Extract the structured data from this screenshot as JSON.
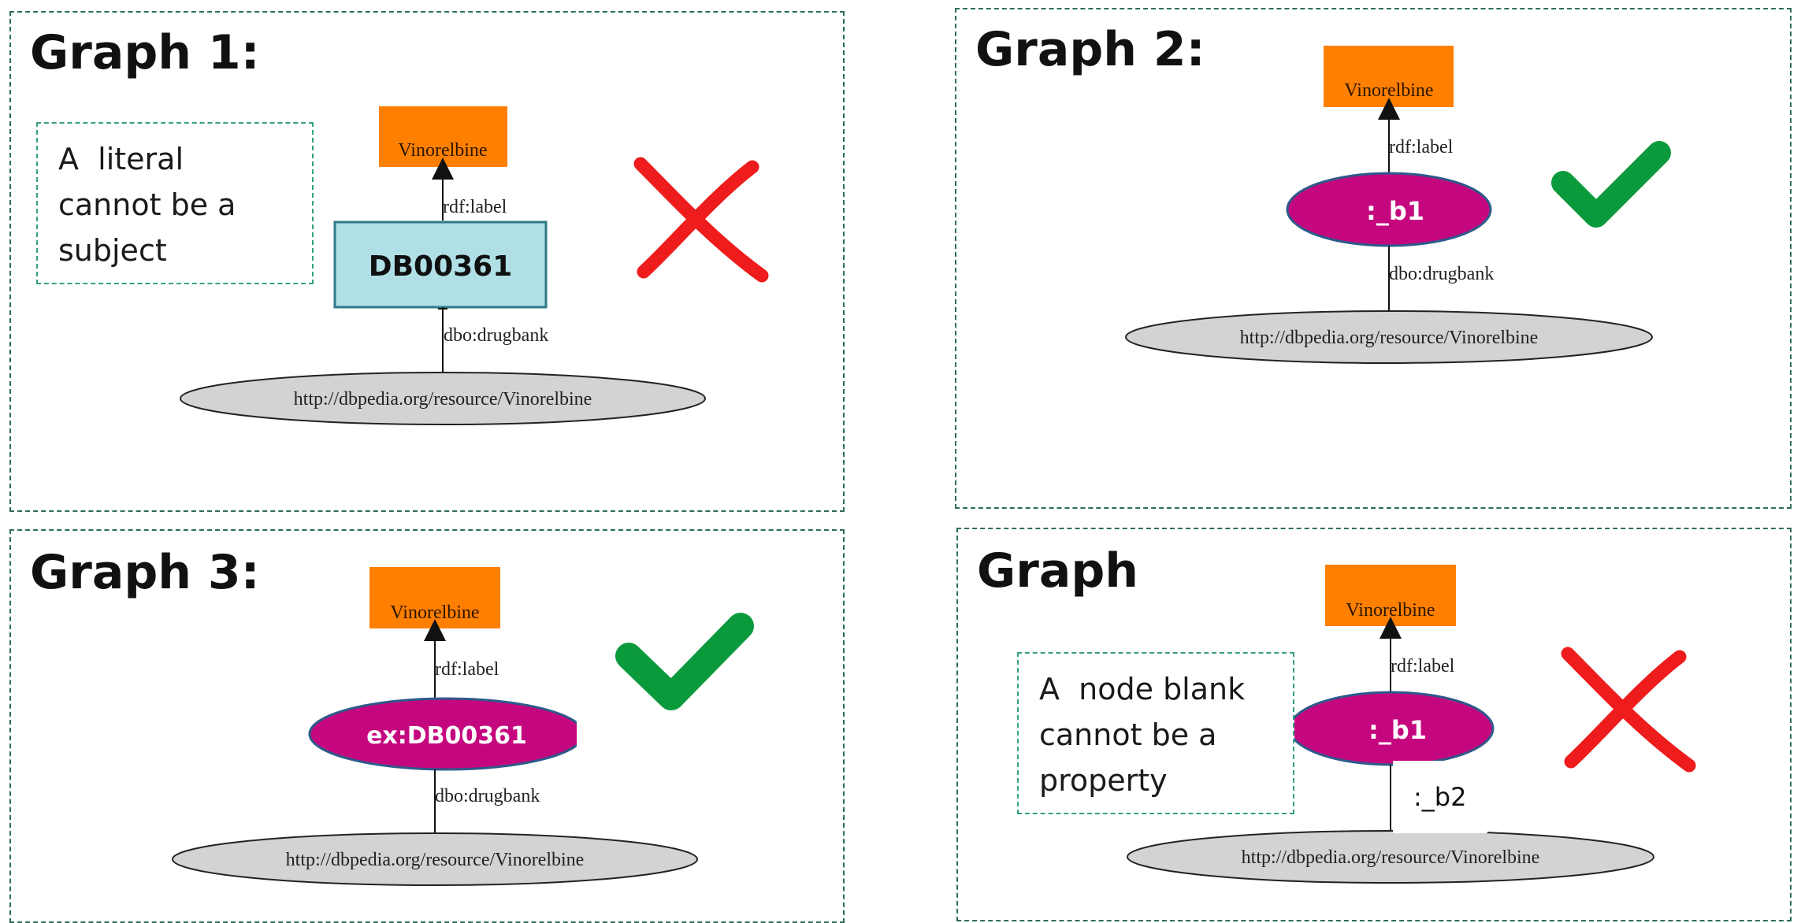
{
  "panels": [
    {
      "title": "Graph 1:",
      "top_node": "Vinorelbine",
      "top_edge": "rdf:label",
      "middle_node": "DB00361",
      "bottom_edge": "dbo:drugbank",
      "bottom_node": "http://dbpedia.org/resource/Vinorelbine",
      "note_lines": [
        "A  literal",
        "cannot be a",
        "subject"
      ],
      "verdict": "invalid",
      "verdict_icon": "cross-icon"
    },
    {
      "title": "Graph 2:",
      "top_node": "Vinorelbine",
      "top_edge": "rdf:label",
      "middle_node": ":_b1",
      "bottom_edge": "dbo:drugbank",
      "bottom_node": "http://dbpedia.org/resource/Vinorelbine",
      "verdict": "valid",
      "verdict_icon": "check-icon"
    },
    {
      "title": "Graph 3:",
      "top_node": "Vinorelbine",
      "top_edge": "rdf:label",
      "middle_node": "ex:DB00361",
      "bottom_edge": "dbo:drugbank",
      "bottom_node": "http://dbpedia.org/resource/Vinorelbine",
      "verdict": "valid",
      "verdict_icon": "check-icon"
    },
    {
      "title": "Graph",
      "top_node": "Vinorelbine",
      "top_edge": "rdf:label",
      "middle_node": ":_b1",
      "bottom_edge": ":_b2",
      "bottom_node": "http://dbpedia.org/resource/Vinorelbine",
      "note_lines": [
        "A  node blank",
        "cannot be a",
        "property"
      ],
      "verdict": "invalid",
      "verdict_icon": "cross-icon"
    }
  ],
  "colors": {
    "literal_orange": "#ff7f00",
    "blank_node_magenta": "#c5077f",
    "literal_box_teal": "#b0e0e6",
    "uri_gray": "#d3d3d3",
    "panel_border": "#2e6e55",
    "check_green": "#0a9a3c",
    "cross_red": "#ee1c1c"
  }
}
